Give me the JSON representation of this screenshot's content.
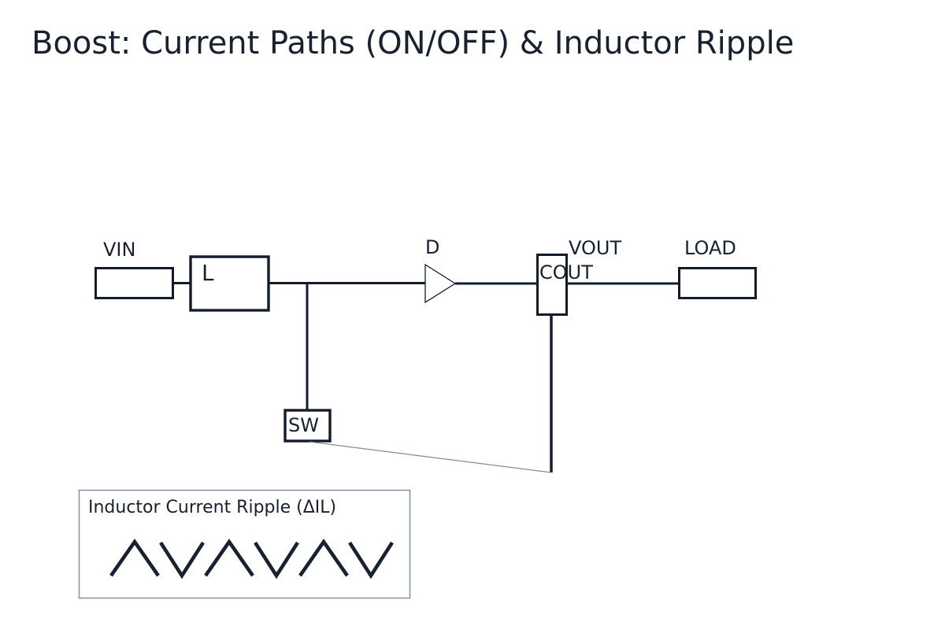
{
  "title": "Boost: Current Paths (ON/OFF) & Inductor Ripple",
  "colors": {
    "ink": "#18212f",
    "wire": "#131c2c",
    "light_line": "#7e8da3",
    "panel_border": "#8a96ab",
    "background": "#ffffff"
  },
  "circuit": {
    "labels": {
      "vin": "VIN",
      "inductor": "L",
      "diode": "D",
      "cout": "COUT",
      "vout": "VOUT",
      "load": "LOAD",
      "switch": "SW"
    }
  },
  "ripple_panel": {
    "caption": "Inductor Current Ripple (ΔIL)",
    "waveform": "triangle-ripple",
    "cycles": 3
  }
}
